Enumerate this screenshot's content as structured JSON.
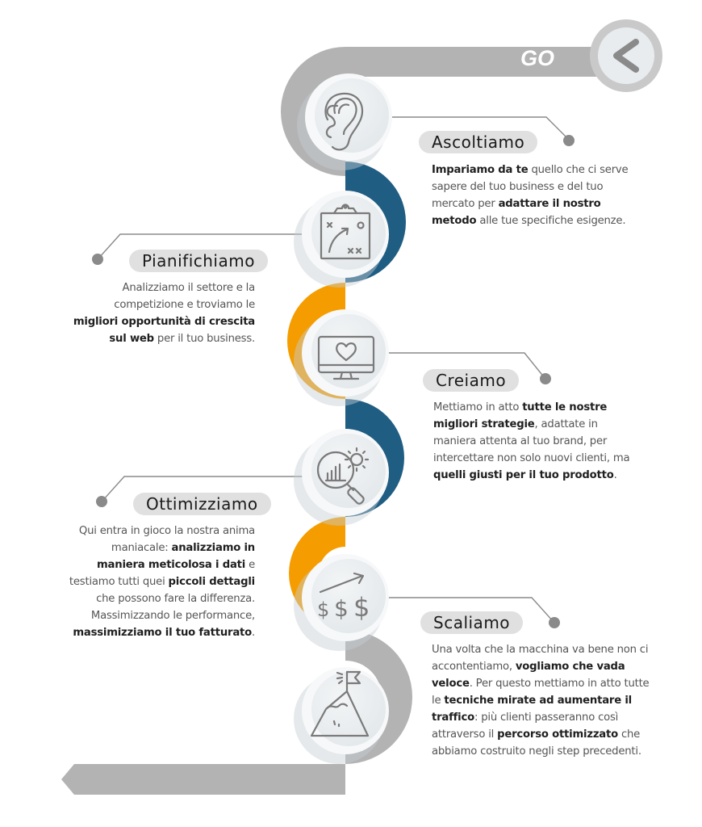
{
  "colors": {
    "gray_path": "#b3b3b3",
    "blue_path": "#205d83",
    "orange_path": "#f59d00",
    "circle_fill": "#e9edef",
    "icon_stroke": "#7a7a7a",
    "connector": "#8a8a8a",
    "pill_bg": "#e0e0e0"
  },
  "start": {
    "label": "GO",
    "icon": "chevron-left-icon"
  },
  "steps": [
    {
      "title": "Ascoltiamo",
      "icon": "ear-icon",
      "description": [
        {
          "bold": "Impariamo da te",
          "text": " quello che ci serve"
        },
        {
          "text": "sapere del tuo business e del tuo"
        },
        {
          "text": "mercato per ",
          "bold": "adattare il nostro"
        },
        {
          "bold": "metodo",
          "text": " alle tue specifiche esigenze."
        }
      ]
    },
    {
      "title": "Pianifichiamo",
      "icon": "strategy-clipboard-icon",
      "description": [
        {
          "text": "Analizziamo il settore e la"
        },
        {
          "text": "competizione e troviamo le"
        },
        {
          "bold": "migliori opportunità di crescita"
        },
        {
          "bold": "sul web",
          "text": " per il tuo business."
        }
      ]
    },
    {
      "title": "Creiamo",
      "icon": "monitor-heart-icon",
      "description": [
        {
          "text": "Mettiamo in atto ",
          "bold": "tutte le nostre"
        },
        {
          "bold": "migliori strategie",
          "text": ", adattate in"
        },
        {
          "text": "maniera attenta al tuo brand, per"
        },
        {
          "text": "intercettare non solo nuovi clienti, ma"
        },
        {
          "bold": "quelli giusti per il tuo prodotto",
          "text": "."
        }
      ]
    },
    {
      "title": "Ottimizziamo",
      "icon": "analytics-magnifier-gear-icon",
      "description": [
        {
          "text": "Qui entra in gioco la nostra anima"
        },
        {
          "text": "maniacale: ",
          "bold": "analizziamo in"
        },
        {
          "bold": "maniera meticolosa i dati",
          "text": " e"
        },
        {
          "text": "testiamo tutti quei ",
          "bold": "piccoli dettagli"
        },
        {
          "text": "che possono fare la differenza."
        },
        {
          "text": "Massimizzando le performance,"
        },
        {
          "bold": "massimizziamo il tuo fatturato",
          "text": "."
        }
      ]
    },
    {
      "title": "Scaliamo",
      "icon": "dollar-growth-icon",
      "description": [
        {
          "text": "Una volta che la macchina va bene non ci"
        },
        {
          "text": "accontentiamo, ",
          "bold": "vogliamo che vada"
        },
        {
          "bold": "veloce",
          "text": ". Per questo mettiamo in atto tutte"
        },
        {
          "text": "le ",
          "bold": "tecniche mirate ad aumentare il"
        },
        {
          "bold": "traffico",
          "text": ": più clienti passeranno così"
        },
        {
          "text": "attraverso il ",
          "bold": "percorso ottimizzato",
          "text2": " che"
        },
        {
          "text": "abbiamo costruito negli step precedenti."
        }
      ]
    },
    {
      "title": "",
      "icon": "mountain-flag-icon",
      "description": []
    }
  ]
}
